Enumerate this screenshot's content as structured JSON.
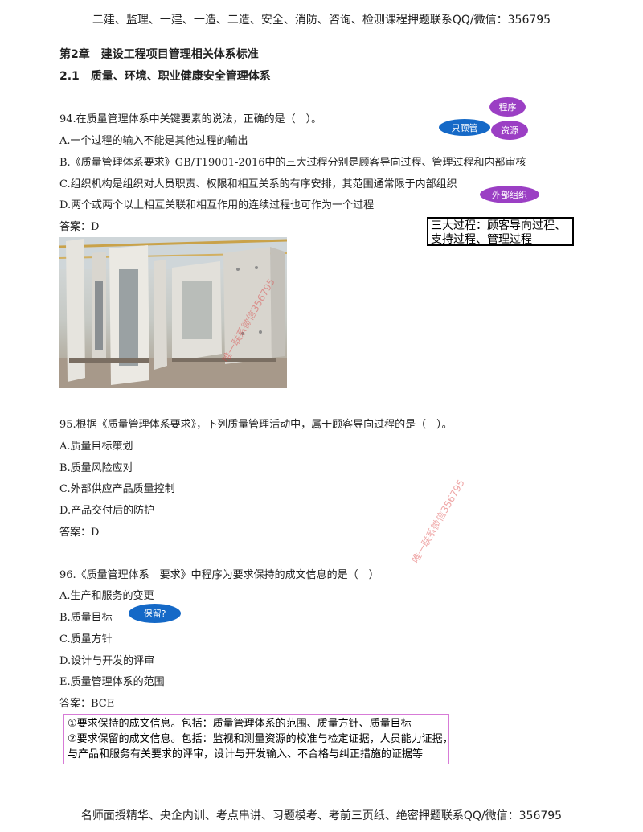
{
  "header": {
    "text": "二建、监理、一建、一造、二造、安全、消防、咨询、检测课程押题联系QQ/微信：356795"
  },
  "chapter": {
    "title": "第2章　建设工程项目管理相关体系标准",
    "section": "2.1　质量、环境、职业健康安全管理体系"
  },
  "q94": {
    "stem": "94.在质量管理体系中关键要素的说法，正确的是（　）。",
    "options": [
      "A.一个过程的输入不能是其他过程的输出",
      "B.《质量管理体系要求》GB/T19001-2016中的三大过程分别是顾客导向过程、管理过程和内部审核",
      "C.组织机构是组织对人员职责、权限和相互关系的有序安排，其范围通常限于内部组织",
      "D.两个或两个以上相互关联和相互作用的连续过程也可作为一个过程"
    ],
    "answer": "答案：D",
    "annotations": {
      "cheng_xu": "程序",
      "zhi_gu_guan": "只顾管",
      "zi_yuan": "资源",
      "wai_bu": "外部组织"
    },
    "note_box": {
      "line1": "三大过程：顾客导向过程、",
      "line2": "支持过程、管理过程"
    }
  },
  "photo": {
    "watermark": "唯一联系微信356795"
  },
  "q95": {
    "stem": "95.根据《质量管理体系要求》，下列质量管理活动中，属于顾客导向过程的是（　）。",
    "options": [
      "A.质量目标策划",
      "B.质量风险应对",
      "C.外部供应产品质量控制",
      "D.产品交付后的防护"
    ],
    "answer": "答案：D"
  },
  "page_watermark": "唯一联系微信356795",
  "q96": {
    "stem": "96.《质量管理体系　要求》中程序为要求保持的成文信息的是（　）",
    "options": [
      "A.生产和服务的变更",
      "B.质量目标",
      "C.质量方针",
      "D.设计与开发的评审",
      "E.质量管理体系的范围"
    ],
    "annotation": "保留?",
    "answer": "答案：BCE",
    "note_box": {
      "line1": "①要求保持的成文信息。包括：质量管理体系的范围、质量方针、质量目标",
      "line2": "②要求保留的成文信息。包括：监视和测量资源的校准与检定证据，人员能力证据，",
      "line3": "与产品和服务有关要求的评审，设计与开发输入、不合格与纠正措施的证据等"
    }
  },
  "footer": {
    "text": "名师面授精华、央企内训、考点串讲、习题模考、考前三页纸、绝密押题联系QQ/微信：356795"
  },
  "colors": {
    "purple": "#9b3fc4",
    "blue": "#1569c7",
    "pink_border": "#d77bd7"
  }
}
